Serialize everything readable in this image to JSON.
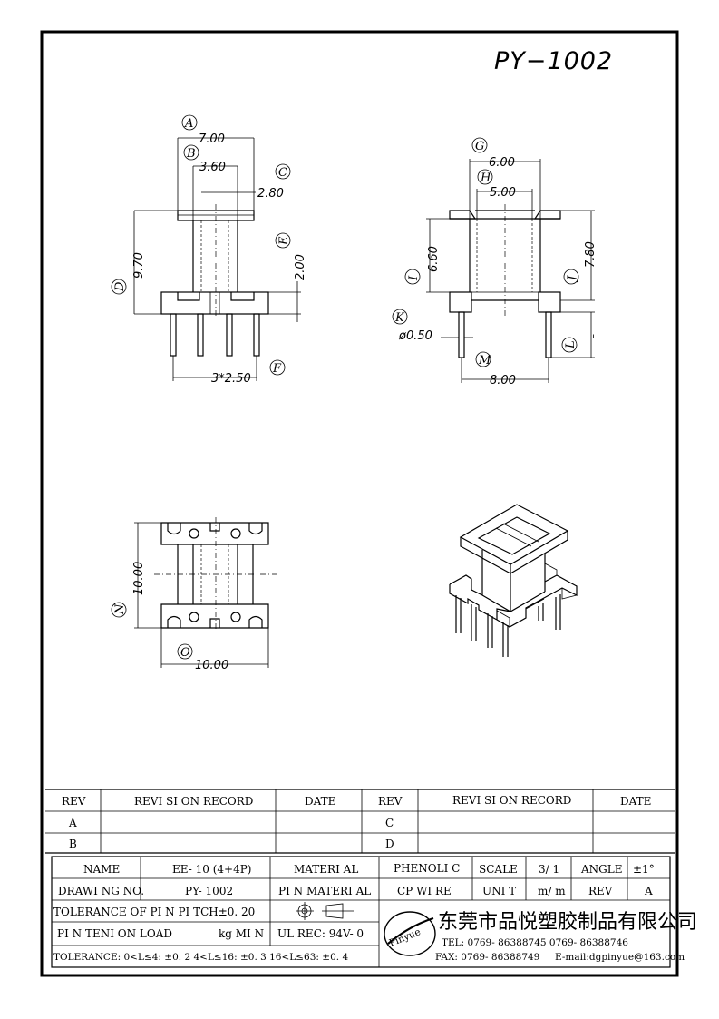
{
  "title": "PY−1002",
  "dimensions": {
    "A": "7.00",
    "B": "3.60",
    "C": "2.80",
    "D": "9.70",
    "E": "2.00",
    "F": "3*2.50",
    "G": "6.00",
    "H": "5.00",
    "I": "6.60",
    "J": "7.80",
    "K": "ø0.50",
    "L": "L",
    "M": "8.00",
    "N": "10.00",
    "O": "10.00"
  },
  "callouts": [
    "A",
    "B",
    "C",
    "D",
    "E",
    "F",
    "G",
    "H",
    "I",
    "J",
    "K",
    "L",
    "M",
    "N",
    "O"
  ],
  "revision_table": {
    "headers": [
      "REV",
      "REVI SI ON  RECORD",
      "DATE",
      "REV",
      "REVI SI ON  RECORD",
      "DATE"
    ],
    "rows": [
      [
        "A",
        "",
        "",
        "C",
        "",
        ""
      ],
      [
        "B",
        "",
        "",
        "D",
        "",
        ""
      ]
    ]
  },
  "title_block": {
    "name_label": "NAME",
    "name_value": "EE- 10  (4+4P)",
    "material_label": "MATERI AL",
    "material_value": "PHENOLI C",
    "scale_label": "SCALE",
    "scale_value": "3/ 1",
    "angle_label": "ANGLE",
    "angle_value": "±1°",
    "drawing_no_label": "DRAWI NG NO.",
    "drawing_no_value": "PY- 1002",
    "pin_material_label": "PI N MATERI AL",
    "pin_material_value": "CP  WI RE",
    "unit_label": "UNI T",
    "unit_value": "m/ m",
    "rev_label": "REV",
    "rev_value": "A",
    "tolerance_pitch": "TOLERANCE  OF  PI N PI TCH±0. 20",
    "pin_tension": "PI N  TENI ON  LOAD",
    "pin_tension_unit": "kg  MI N",
    "ul_rec": "UL  REC: 94V- 0",
    "tolerance": "TOLERANCE: 0<L≤4: ±0. 2   4<L≤16: ±0. 3    16<L≤63: ±0. 4",
    "company": "东莞市品悦塑胶制品有限公司",
    "logo_text": "Pinyue",
    "tel": "TEL: 0769- 86388745      0769- 86388746",
    "fax": "FAX: 0769- 86388749",
    "email": "E-mail:dgpinyue@163.com"
  }
}
